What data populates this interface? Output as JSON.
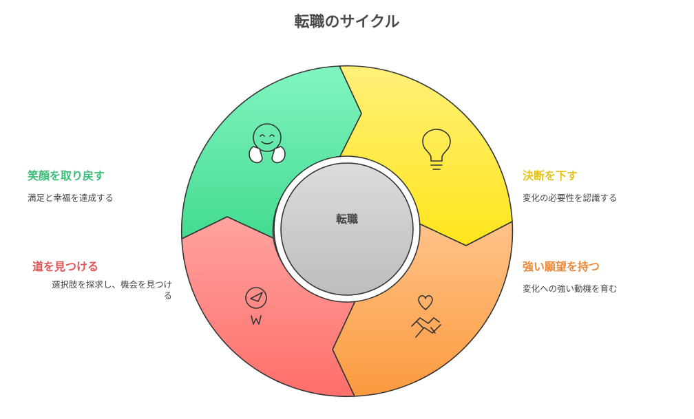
{
  "title": "転職のサイクル",
  "center": {
    "label": "転職"
  },
  "stages": [
    {
      "id": "decide",
      "label": "決断を下す",
      "description": "変化の必要性を認識する",
      "color": "#e6c21a",
      "icon": "lightbulb-icon"
    },
    {
      "id": "desire",
      "label": "強い願望を持つ",
      "description": "変化への強い動機を育む",
      "color": "#e8893a",
      "icon": "heart-hands-icon"
    },
    {
      "id": "find-path",
      "label": "道を見つける",
      "description_lines": [
        "選択肢を探求し、機会を見つけ",
        "る"
      ],
      "color": "#e05454",
      "icon": "compass-icon"
    },
    {
      "id": "smile",
      "label": "笑顔を取り戻す",
      "description": "満足と幸福を達成する",
      "color": "#3bbf78",
      "icon": "happy-face-icon"
    }
  ]
}
